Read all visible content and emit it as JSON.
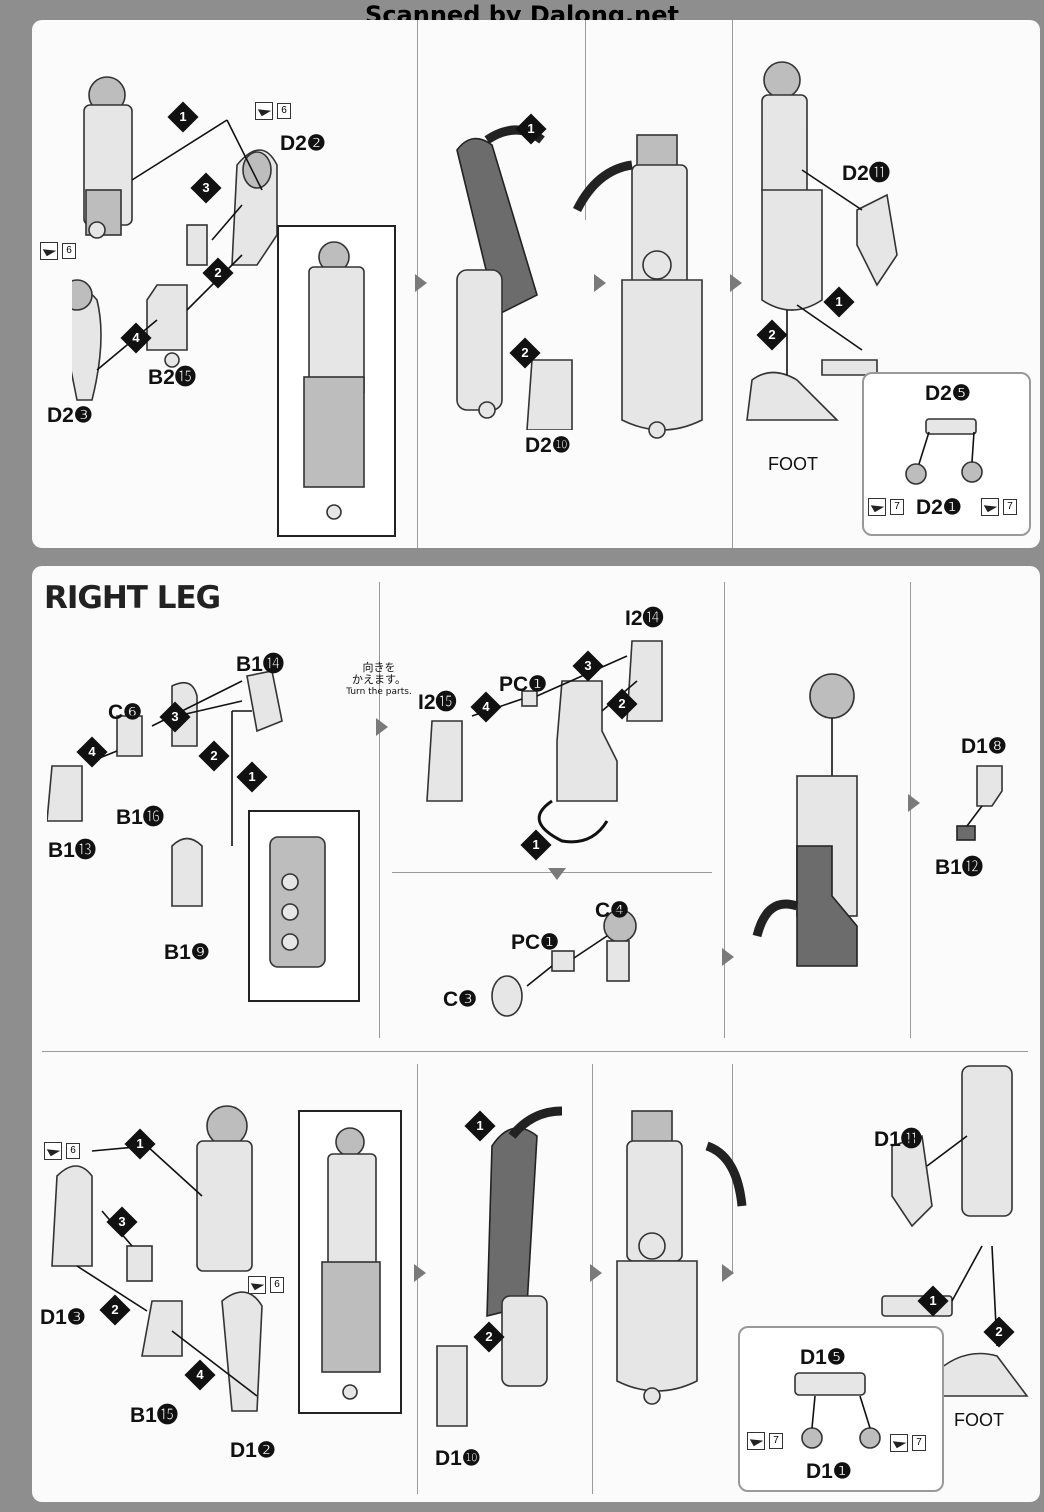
{
  "header": {
    "watermark": "Scanned by Dalong.net"
  },
  "arm": {
    "labels": {
      "d2_2": "D2❷",
      "d2_3": "D2❸",
      "b2_15": "B2⓯",
      "d2_10": "D2❿",
      "d2_11": "D2⓫",
      "d2_5": "D2❺",
      "d2_1": "D2❶",
      "foot": "FOOT"
    },
    "tool_nums": {
      "a": "6",
      "b": "6",
      "c": "7",
      "d": "7"
    }
  },
  "leg": {
    "title": "RIGHT LEG",
    "note_ja": "向きを\nかえます。",
    "note_en": "Turn the parts.",
    "labels": {
      "b1_14": "B1⓮",
      "c6": "C❻",
      "b1_16": "B1⓰",
      "b1_13": "B1⓭",
      "b1_9": "B1❾",
      "i2_14": "I2⓮",
      "i2_15": "I2⓯",
      "pc1_a": "PC❶",
      "pc1_b": "PC❶",
      "c4": "C❹",
      "c3": "C❸",
      "d1_8": "D1❽",
      "b1_12": "B1⓬",
      "d1_3": "D1❸",
      "b1_15": "B1⓯",
      "d1_2": "D1❷",
      "d1_10": "D1❿",
      "d1_11": "D1⓫",
      "d1_5": "D1❺",
      "d1_1": "D1❶",
      "foot": "FOOT"
    },
    "tool_nums": {
      "a": "6",
      "b": "6",
      "c": "7",
      "d": "7"
    }
  },
  "steps": [
    "1",
    "2",
    "3",
    "4"
  ]
}
